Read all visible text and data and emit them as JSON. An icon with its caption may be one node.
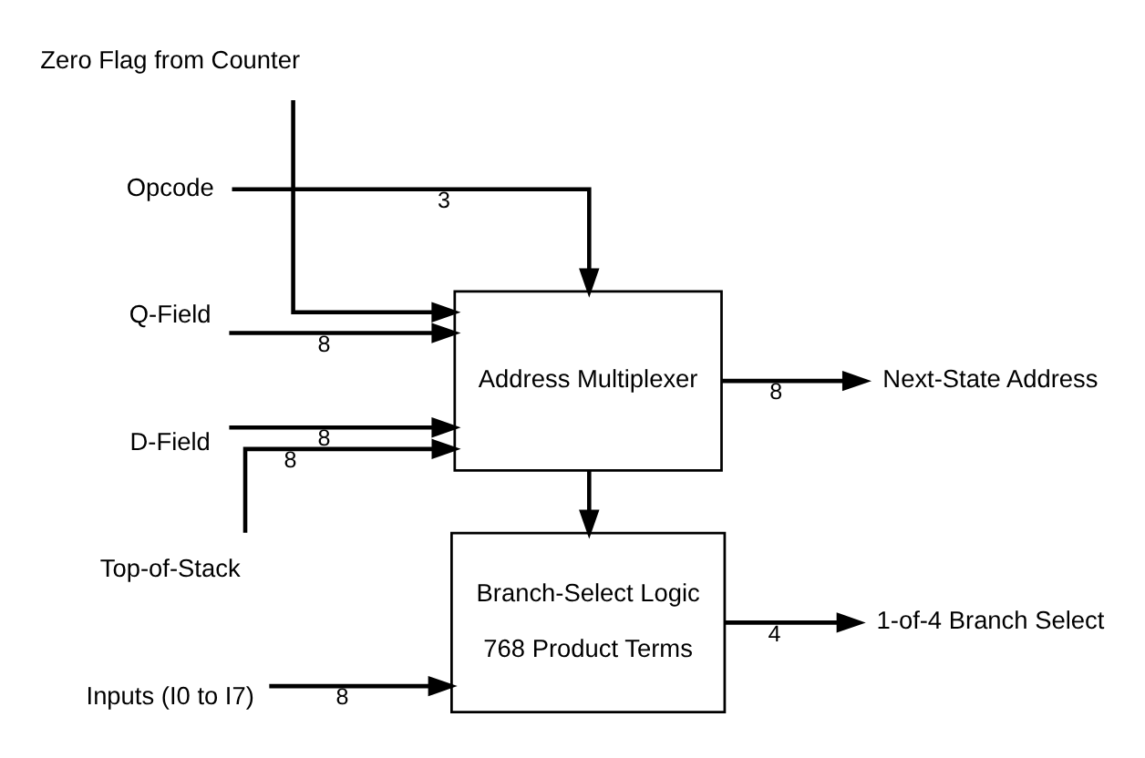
{
  "diagram": {
    "nodes": [
      {
        "text": [
          "Zero Flag from Counter"
        ]
      },
      {
        "text": [
          "Opcode"
        ]
      },
      {
        "text": [
          "Q-Field"
        ]
      },
      {
        "text": [
          "D-Field"
        ]
      },
      {
        "text": [
          "Top-of-Stack"
        ]
      },
      {
        "text": [
          "Address Multiplexer"
        ]
      },
      {
        "text": [
          "Next-State Address"
        ]
      },
      {
        "text": [
          "Branch-Select Logic",
          "768 Product Terms"
        ]
      },
      {
        "text": [
          "Inputs (I0 to I7)"
        ]
      },
      {
        "text": [
          "1-of-4 Branch Select"
        ]
      }
    ],
    "edges": [
      {
        "from": 0,
        "to": 5,
        "arrow": "to"
      },
      {
        "from": 1,
        "to": 5,
        "arrow": "to",
        "label": "3"
      },
      {
        "from": 2,
        "to": 5,
        "arrow": "to",
        "label": "8"
      },
      {
        "from": 3,
        "to": 5,
        "arrow": "to",
        "label": "8"
      },
      {
        "from": 4,
        "to": 5,
        "arrow": "to",
        "label": "8"
      },
      {
        "from": 5,
        "to": 6,
        "arrow": "to",
        "label": "8"
      },
      {
        "from": 5,
        "to": 7,
        "arrow": "to"
      },
      {
        "from": 8,
        "to": 7,
        "arrow": "to",
        "label": "8"
      },
      {
        "from": 7,
        "to": 9,
        "arrow": "to",
        "label": "4"
      }
    ]
  }
}
